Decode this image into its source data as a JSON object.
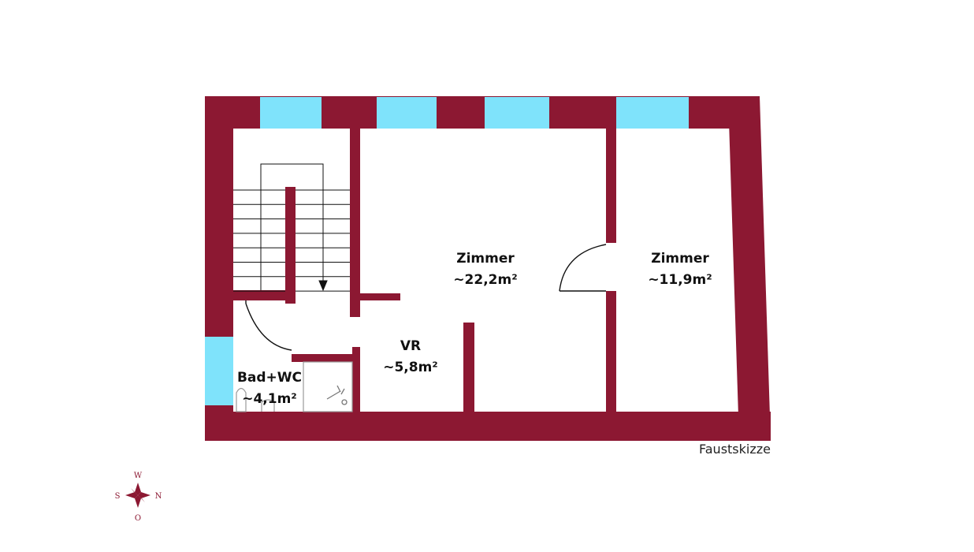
{
  "colors": {
    "wall": "#8c1832",
    "window": "#7fe3fb",
    "line": "#111111",
    "fixture": "#999999",
    "background": "#ffffff"
  },
  "rooms": [
    {
      "id": "zimmer-large",
      "name": "Zimmer",
      "area": "~22,2m²"
    },
    {
      "id": "zimmer-small",
      "name": "Zimmer",
      "area": "~11,9m²"
    },
    {
      "id": "vr",
      "name": "VR",
      "area": "~5,8m²"
    },
    {
      "id": "bad-wc",
      "name": "Bad+WC",
      "area": "~4,1m²"
    }
  ],
  "note": "Faustskizze",
  "compass": {
    "top": "W",
    "left": "S",
    "right": "N",
    "bottom": "O"
  }
}
